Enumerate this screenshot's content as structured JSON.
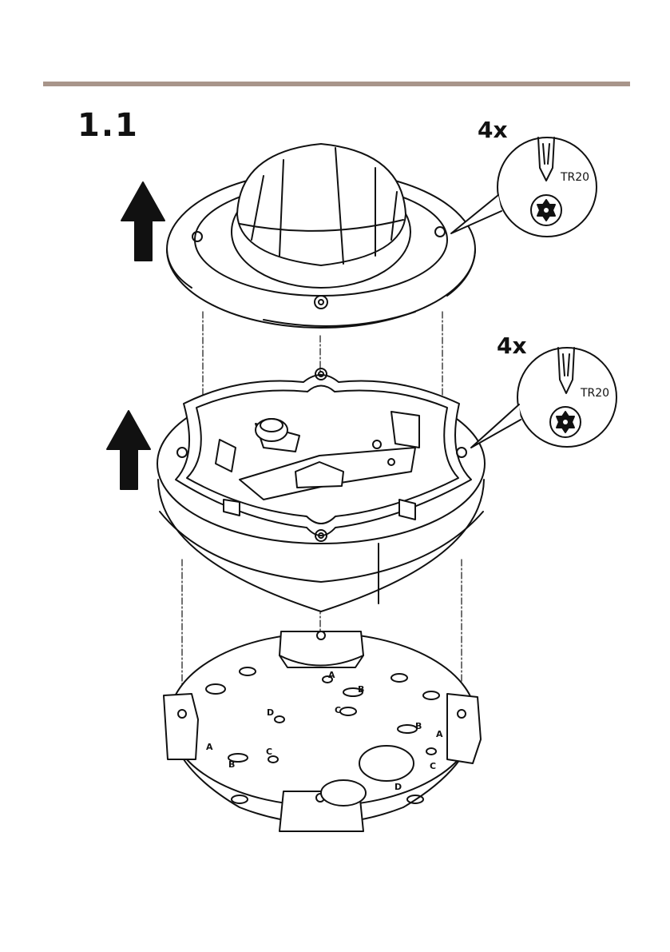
{
  "document": {
    "step_number": "1.1",
    "callout_top": {
      "quantity": "4x",
      "tool_label": "TR20"
    },
    "callout_middle": {
      "quantity": "4x",
      "tool_label": "TR20"
    },
    "plate_markings": [
      "A",
      "B",
      "C",
      "D",
      "A",
      "B",
      "C",
      "A",
      "B",
      "C",
      "D"
    ]
  },
  "colors": {
    "rule": "#a8958a",
    "ink": "#111111"
  }
}
